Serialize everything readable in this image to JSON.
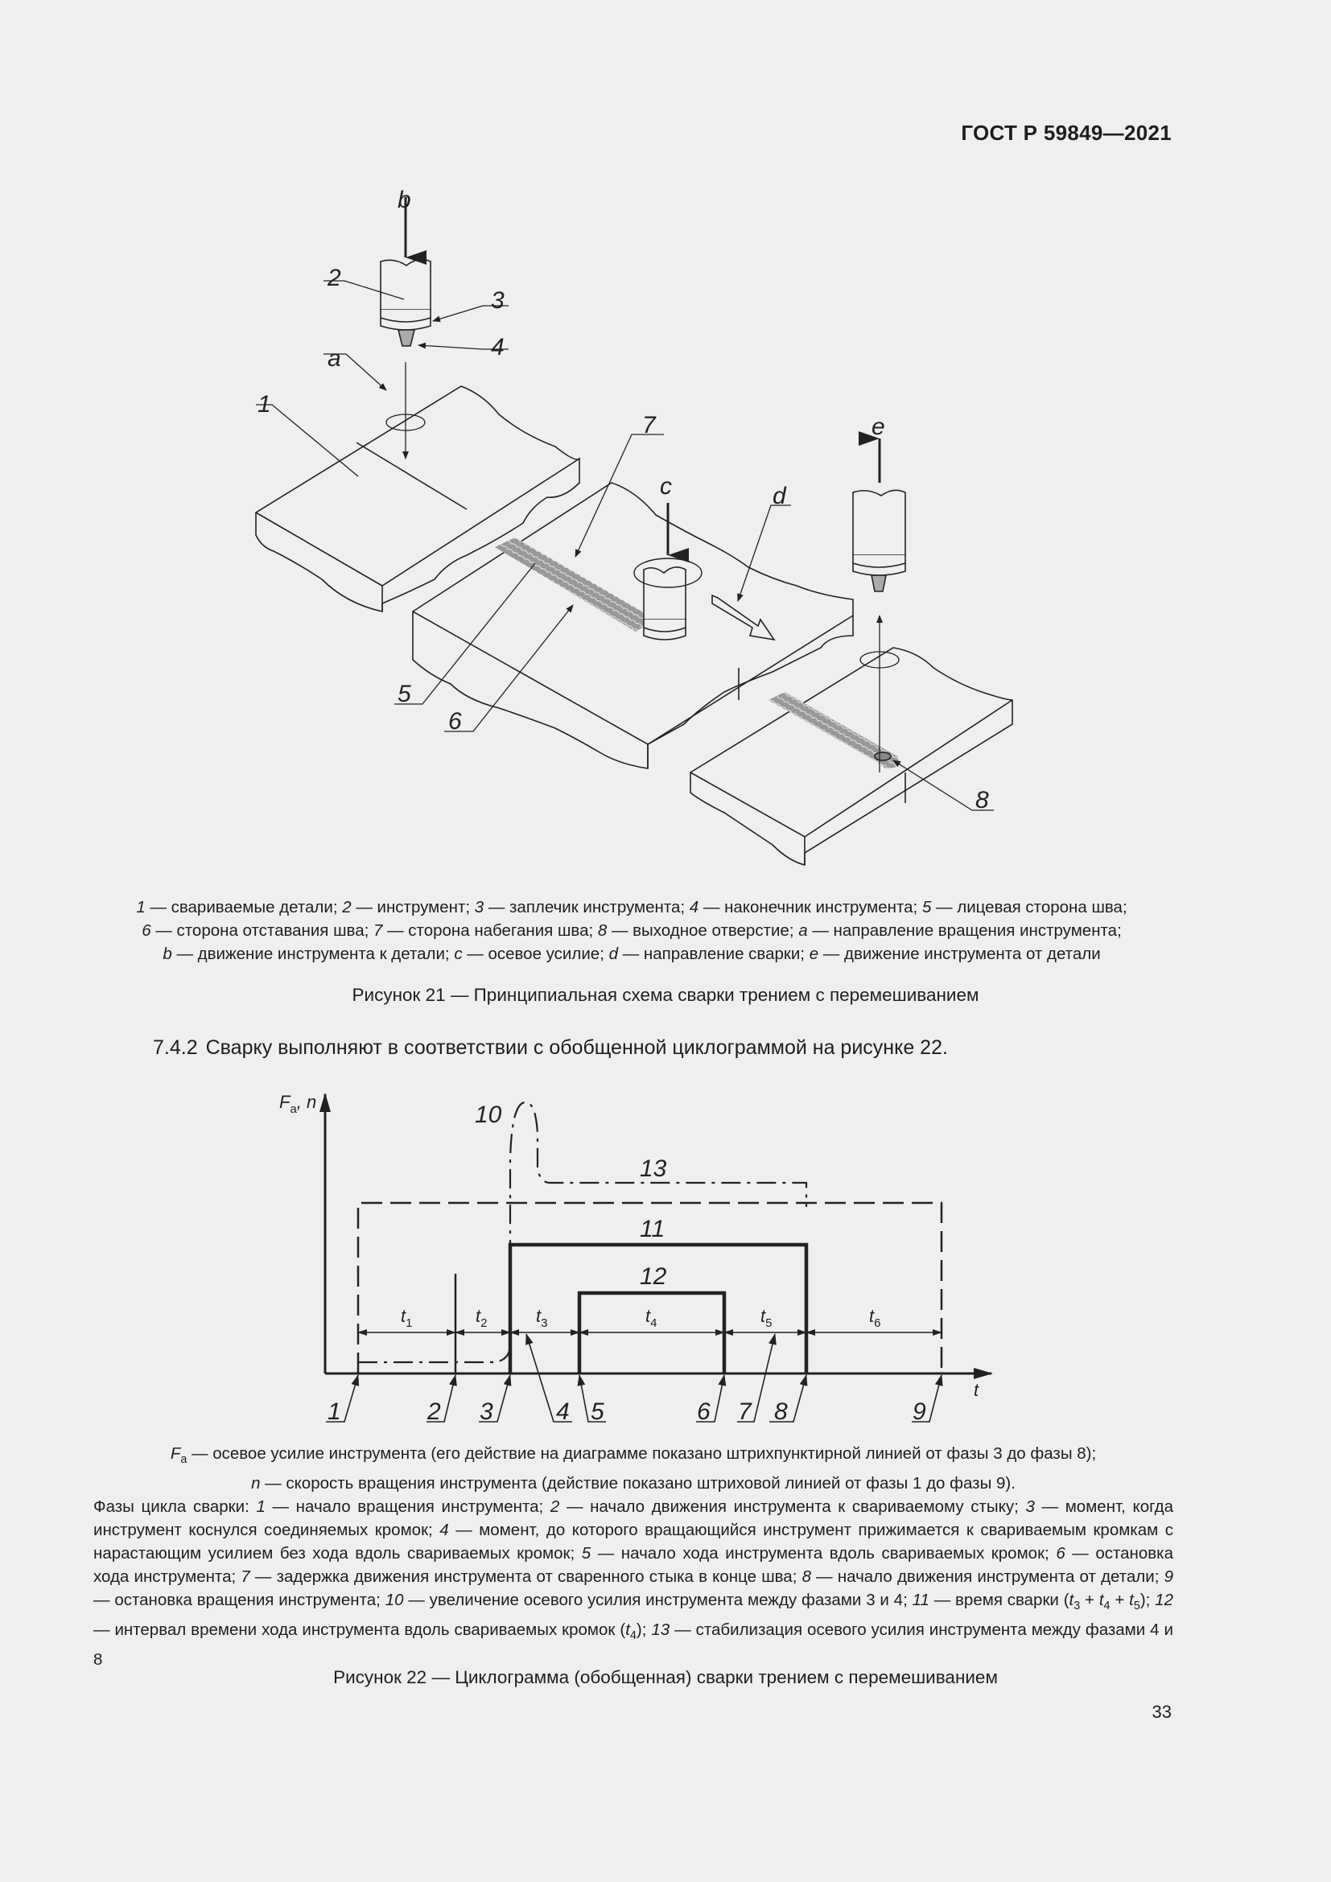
{
  "header": {
    "standard": "ГОСТ Р 59849—2021"
  },
  "figure21": {
    "labels": {
      "n1": "1",
      "n2": "2",
      "n3": "3",
      "n4": "4",
      "n5": "5",
      "n6": "6",
      "n7": "7",
      "n8": "8",
      "a": "a",
      "b": "b",
      "c": "c",
      "d": "d",
      "e": "e"
    },
    "legend": [
      {
        "key": "1",
        "text": " — свариваемые детали; "
      },
      {
        "key": "2",
        "text": " — инструмент; "
      },
      {
        "key": "3",
        "text": " — заплечик инструмента; "
      },
      {
        "key": "4",
        "text": " — наконечник инструмента; "
      },
      {
        "key": "5",
        "text": " — лицевая сторона шва;"
      },
      {
        "key": "6",
        "text": " — сторона отставания шва; "
      },
      {
        "key": "7",
        "text": " — сторона набегания шва; "
      },
      {
        "key": "8",
        "text": " — выходное отверстие; "
      },
      {
        "key": "a",
        "text": " — направление вращения инструмента;"
      },
      {
        "key": "b",
        "text": " — движение инструмента к детали; "
      },
      {
        "key": "c",
        "text": " — осевое усилие; "
      },
      {
        "key": "d",
        "text": " — направление сварки; "
      },
      {
        "key": "e",
        "text": " — движение инструмента от детали"
      }
    ],
    "caption": "Рисунок 21 — Принципиальная схема сварки трением с перемешиванием"
  },
  "paragraph": {
    "number": "7.4.2",
    "text": "Сварку выполняют в соответствии с обобщенной циклограммой на рисунке 22."
  },
  "figure22": {
    "y_axis_label": "F",
    "y_axis_sub": "a",
    "y_axis_label2": ", n",
    "x_axis_label": "t",
    "curve_labels": {
      "c10": "10",
      "c11": "11",
      "c12": "12",
      "c13": "13"
    },
    "intervals": [
      {
        "name": "t",
        "sub": "1"
      },
      {
        "name": "t",
        "sub": "2"
      },
      {
        "name": "t",
        "sub": "3"
      },
      {
        "name": "t",
        "sub": "4"
      },
      {
        "name": "t",
        "sub": "5"
      },
      {
        "name": "t",
        "sub": "6"
      }
    ],
    "phases": [
      "1",
      "2",
      "3",
      "4",
      "5",
      "6",
      "7",
      "8",
      "9"
    ],
    "legend": {
      "fa_key": "F",
      "fa_sub": "a",
      "fa_text": " — осевое усилие инструмента (его действие на диаграмме показано штрихпунктирной линией от фазы 3 до фазы 8);",
      "n_key": "n",
      "n_text": " — скорость вращения инструмента (действие показано штриховой линией от фазы 1 до фазы 9).",
      "phases_intro": "Фазы цикла сварки: ",
      "items": [
        {
          "key": "1",
          "text": " — начало вращения инструмента; "
        },
        {
          "key": "2",
          "text": " — начало движения инструмента к свариваемому стыку; "
        },
        {
          "key": "3",
          "text": " — момент, когда инструмент коснулся соединяемых кромок; "
        },
        {
          "key": "4",
          "text": " — момент, до которого вращающийся инструмент прижимается к свариваемым кромкам с нарастающим усилием без хода вдоль свариваемых кромок; "
        },
        {
          "key": "5",
          "text": " — начало хода инструмента вдоль свариваемых кромок; "
        },
        {
          "key": "6",
          "text": " — остановка хода инструмента; "
        },
        {
          "key": "7",
          "text": " — задержка движения инструмента от сваренного стыка в конце шва; "
        },
        {
          "key": "8",
          "text": " — начало движения инструмента от детали; "
        },
        {
          "key": "9",
          "text": " — остановка вращения инструмента; "
        },
        {
          "key": "10",
          "text": " — увеличение осевого усилия инструмента между фазами 3 и 4; "
        },
        {
          "key": "11",
          "text": " — время сварки ("
        },
        {
          "key": "12",
          "text": " — интервал времени хода инструмента вдоль свариваемых кромок ("
        },
        {
          "key": "13",
          "text": " — стабилизация осевого усилия инструмента между фазами 4 и 8"
        }
      ],
      "weld_time_formula": "t3 + t4 + t5",
      "interval_formula": "t4"
    },
    "caption": "Рисунок 22 — Циклограмма (обобщенная) сварки трением с перемешиванием"
  },
  "page_number": "33"
}
